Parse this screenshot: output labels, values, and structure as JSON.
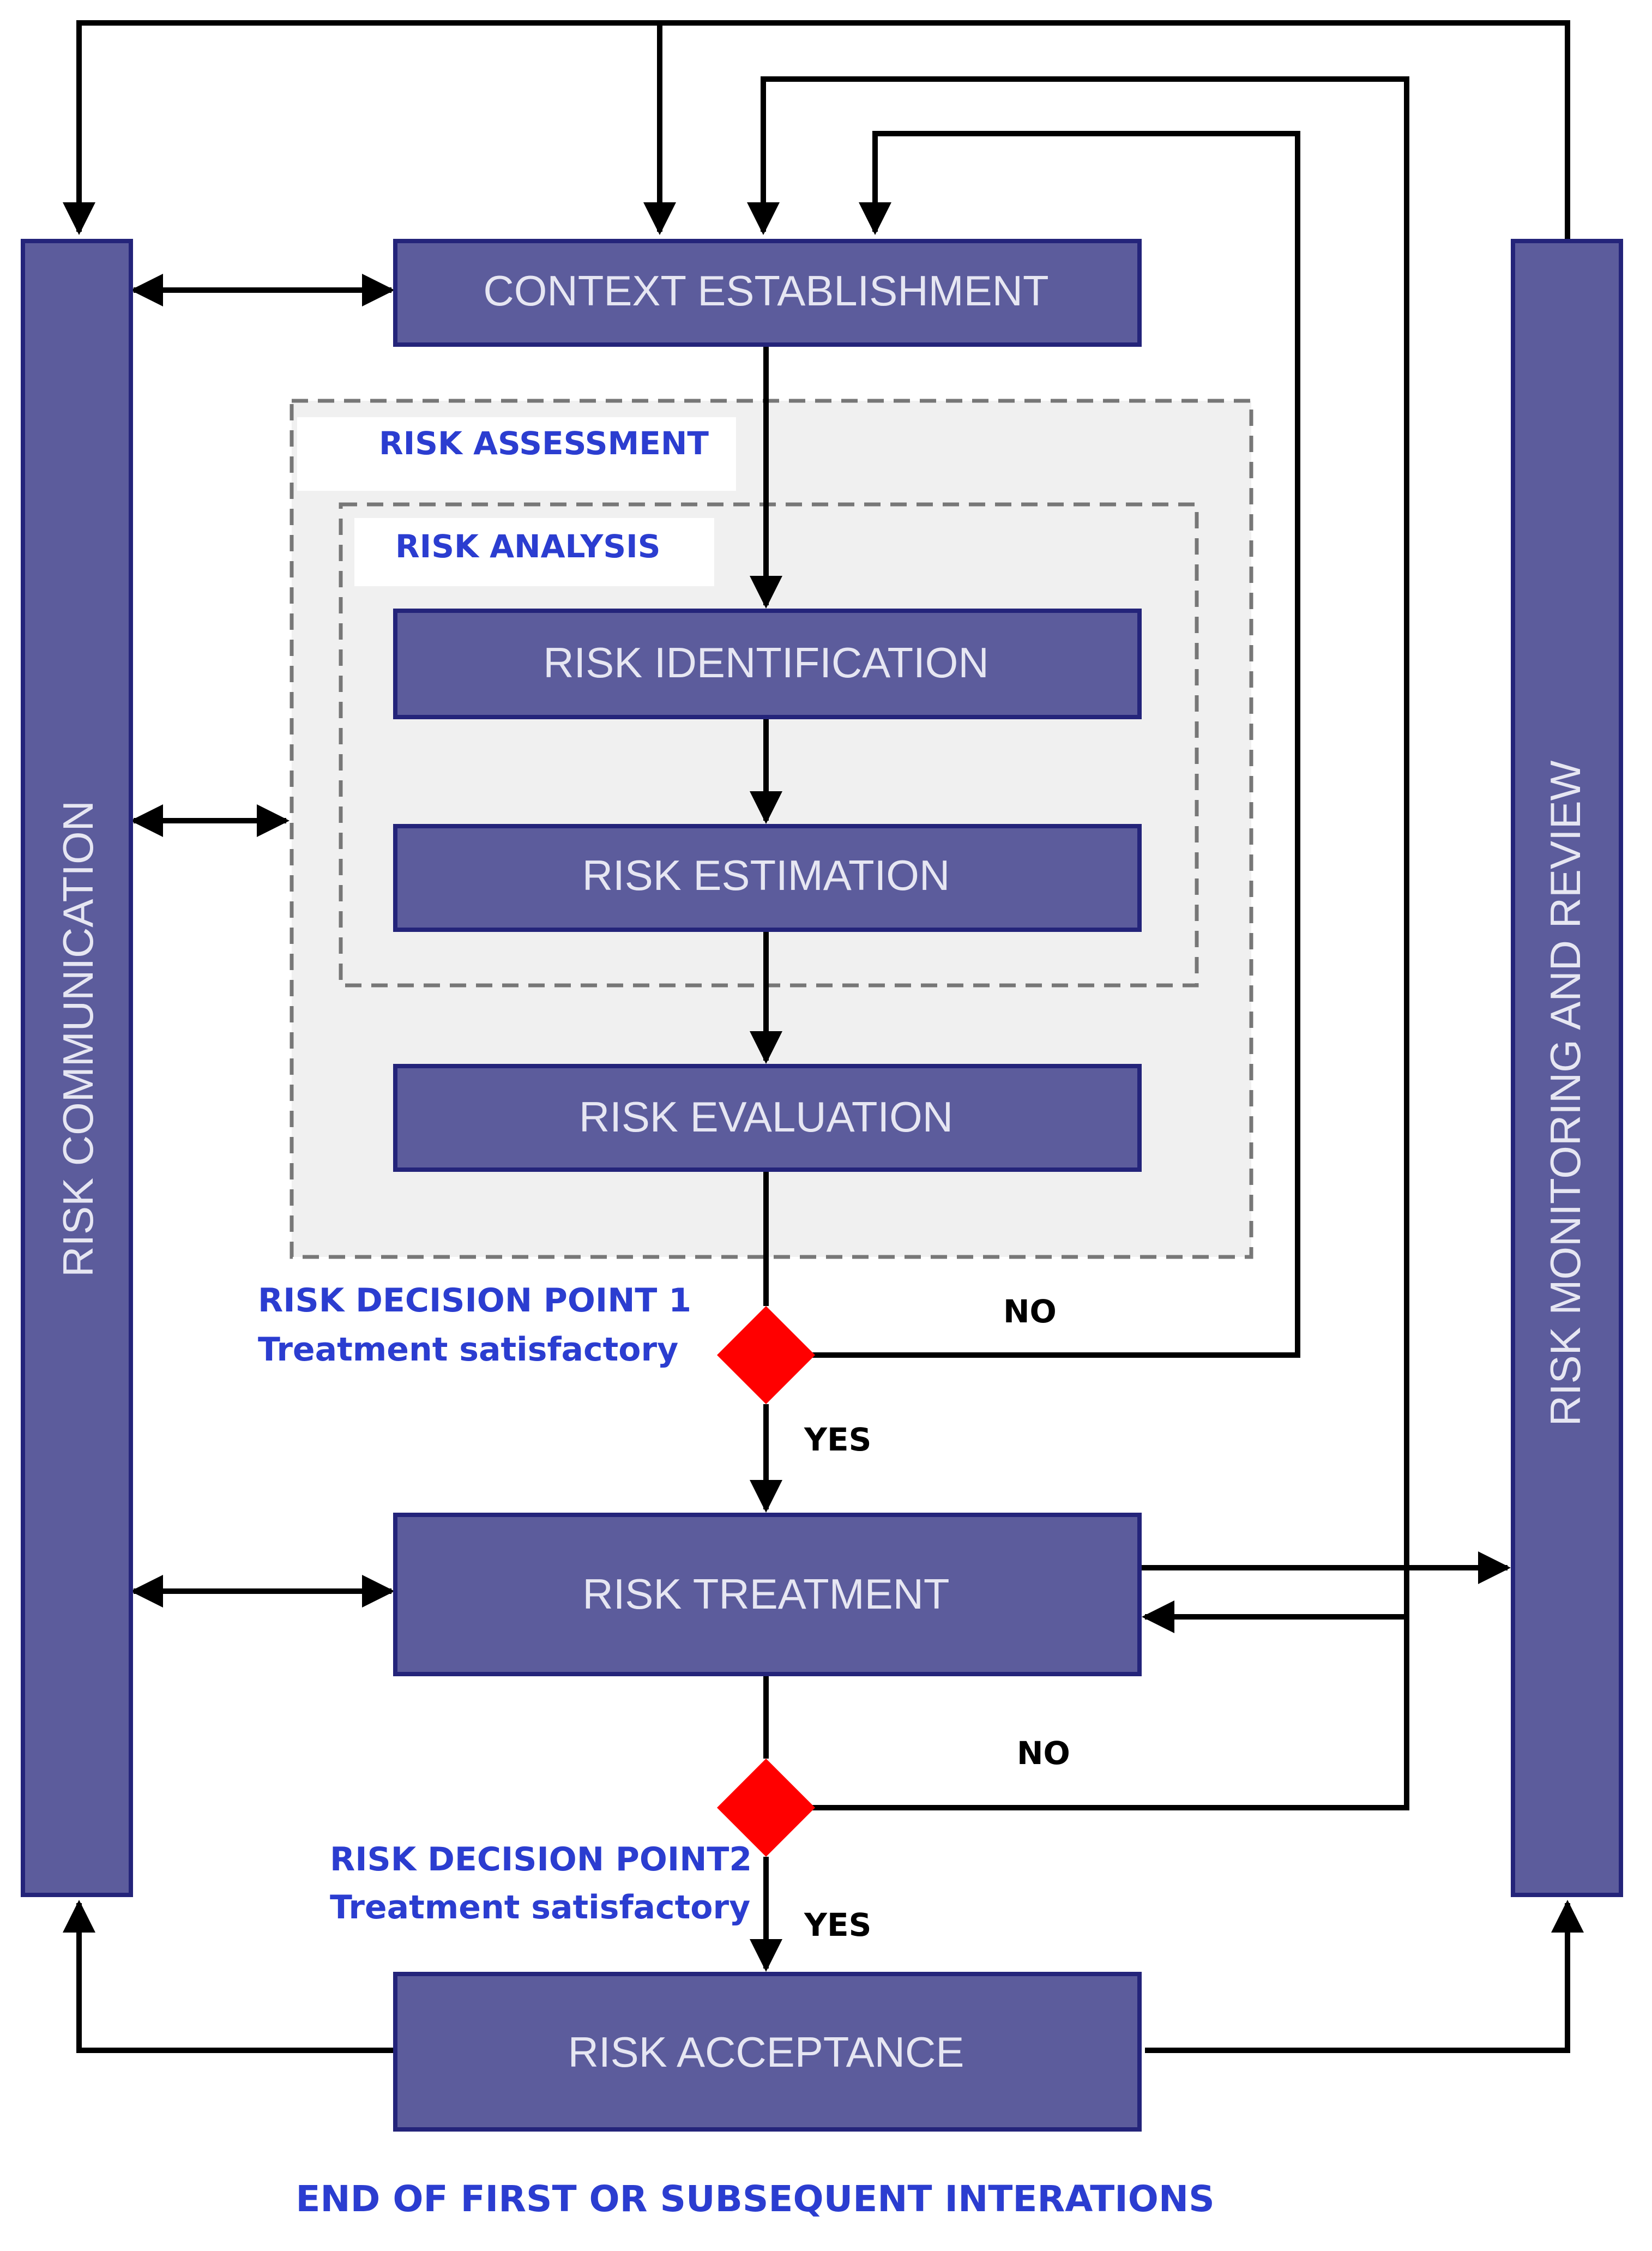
{
  "boxes": {
    "context": "CONTEXT ESTABLISHMENT",
    "identification": "RISK IDENTIFICATION",
    "estimation": "RISK ESTIMATION",
    "evaluation": "RISK EVALUATION",
    "treatment": "RISK TREATMENT",
    "acceptance": "RISK ACCEPTANCE",
    "communication": "RISK COMMUNICATION",
    "monitoring": "RISK MONITORING AND REVIEW"
  },
  "groups": {
    "assessment": "RISK ASSESSMENT",
    "analysis": "RISK ANALYSIS"
  },
  "decisions": {
    "point1_title": "RISK DECISION POINT 1",
    "point1_sub": "Treatment satisfactory",
    "point2_title": "RISK DECISION POINT2",
    "point2_sub": "Treatment satisfactory",
    "no": "NO",
    "yes": "YES"
  },
  "footer": "END OF FIRST OR SUBSEQUENT INTERATIONS",
  "colors": {
    "box_fill": "#5c5c9c",
    "box_border": "#24247a",
    "decision_diamond": "#ff0000",
    "blue_label": "#2b3dd0",
    "group_background": "#f0f0f0"
  }
}
